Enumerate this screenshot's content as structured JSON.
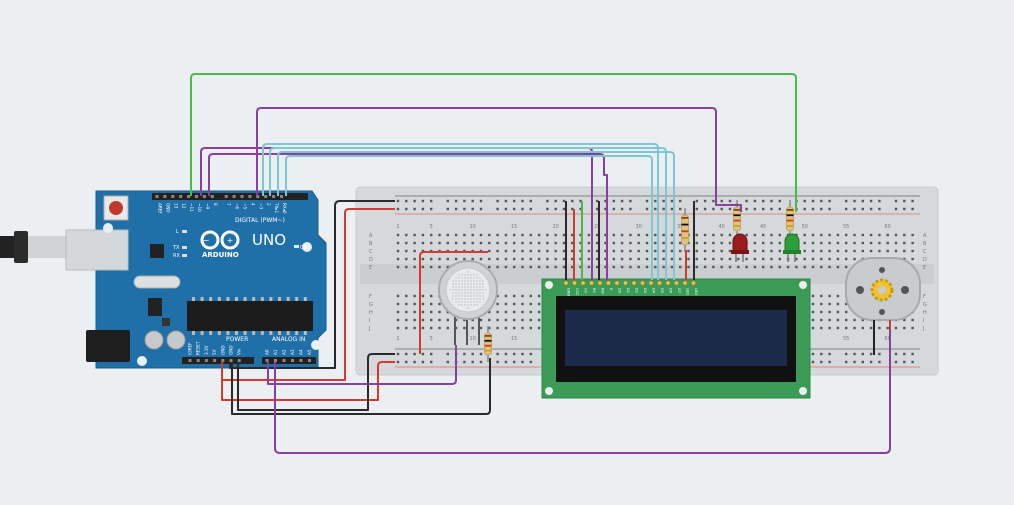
{
  "arduino": {
    "model": "UNO",
    "brand": "ARDUINO",
    "digital_label": "DIGITAL (PWM~)",
    "power_label": "POWER",
    "analog_label": "ANALOG IN",
    "on_label": "ON",
    "l_label": "L",
    "tx_label": "TX",
    "rx_label": "RX",
    "top_pins": [
      "AREF",
      "GND",
      "13",
      "12",
      "~11",
      "~10",
      "~9",
      "8",
      "7",
      "~6",
      "~5",
      "4",
      "~3",
      "2",
      "TX▸1",
      "RX◂0"
    ],
    "power_pins": [
      "IOREF",
      "RESET",
      "3.3V",
      "5V",
      "GND",
      "GND",
      "Vin"
    ],
    "analog_pins": [
      "A0",
      "A1",
      "A2",
      "A3",
      "A4",
      "A5"
    ]
  },
  "breadboard": {
    "row_letters_top": [
      "A",
      "B",
      "C",
      "D",
      "E"
    ],
    "row_letters_bottom": [
      "F",
      "G",
      "H",
      "I",
      "J"
    ],
    "column_numbers": [
      "1",
      "5",
      "10",
      "15",
      "20",
      "25",
      "30",
      "35",
      "40",
      "45",
      "50",
      "55",
      "60"
    ]
  },
  "lcd": {
    "pins": [
      "GND",
      "VCC",
      "V0",
      "RS",
      "RW",
      "E",
      "D0",
      "D1",
      "D2",
      "D3",
      "D4",
      "D5",
      "D6",
      "D7",
      "LED",
      "LED"
    ]
  },
  "colors": {
    "arduino": "#1f6fa8",
    "breadboard": "#d9dcde",
    "lcd_pcb": "#3a9c57",
    "lcd_screen": "#1c2a4a",
    "wire_green": "#4cb84c",
    "wire_purple": "#8a3ea0",
    "wire_cyan": "#7fc6d4",
    "wire_red": "#d33a2e",
    "wire_black": "#2a2a2a",
    "led_red": "#9b1c1c",
    "led_green": "#2e9e3a"
  }
}
